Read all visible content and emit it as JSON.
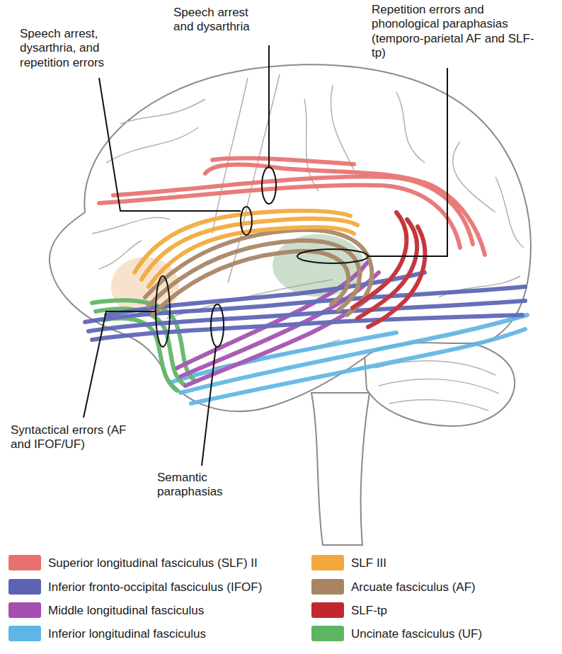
{
  "diagram": {
    "labels": [
      "Speech arrest, dysarthria, and repetition errors",
      "Speech arrest and dysarthria",
      "Repetition errors and phonological paraphasias (temporo-parietal AF and SLF-tp)",
      "Syntactical errors (AF and IFOF/UF)",
      "Semantic paraphasias"
    ],
    "legend": [
      {
        "text": "Superior longitudinal fasciculus (SLF) II",
        "color": "#e8716f"
      },
      {
        "text": "Inferior fronto-occipital fasciculus (IFOF)",
        "color": "#5b63b5"
      },
      {
        "text": "Middle longitudinal fasciculus",
        "color": "#a24fb0"
      },
      {
        "text": "Inferior longitudinal fasciculus",
        "color": "#5fb6e6"
      },
      {
        "text": "SLF III",
        "color": "#f2a93b"
      },
      {
        "text": "Arcuate fasciculus (AF)",
        "color": "#a88462"
      },
      {
        "text": "SLF-tp",
        "color": "#c1272d"
      },
      {
        "text": "Uncinate fasciculus (UF)",
        "color": "#5db564"
      }
    ]
  }
}
